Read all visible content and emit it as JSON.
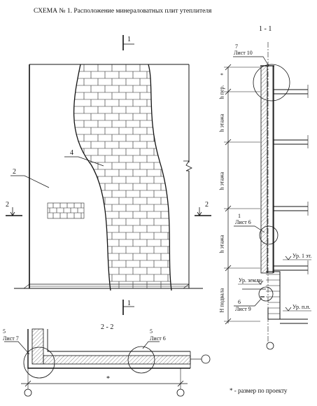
{
  "title": "СХЕМА № 1. Расположение минераловатных плит утеплителя",
  "section_1_1": "1 - 1",
  "section_2_2": "2 - 2",
  "cut_mark_1": "1",
  "cut_mark_2": "2",
  "callouts": {
    "item_2": "2",
    "item_4": "4",
    "item_7": "7",
    "sheet_10": "Лист 10",
    "item_1": "1",
    "sheet_6": "Лист 6",
    "item_6": "6",
    "sheet_9": "Лист 9",
    "item_5": "5",
    "sheet_7": "Лист 7",
    "item_5b": "5",
    "sheet_6b": "Лист 6",
    "star": "*"
  },
  "dims": {
    "h_per": "h пер.",
    "h_floor_1": "h этажа",
    "h_floor_2": "h этажа",
    "h_floor_3": "h этажа",
    "h_basement": "Н подвала"
  },
  "levels": {
    "ground": "Ур. земли",
    "first_floor": "Ур. 1 эт.",
    "basement_floor": "Ур. п.п."
  },
  "footnote": "* - размер по проекту"
}
